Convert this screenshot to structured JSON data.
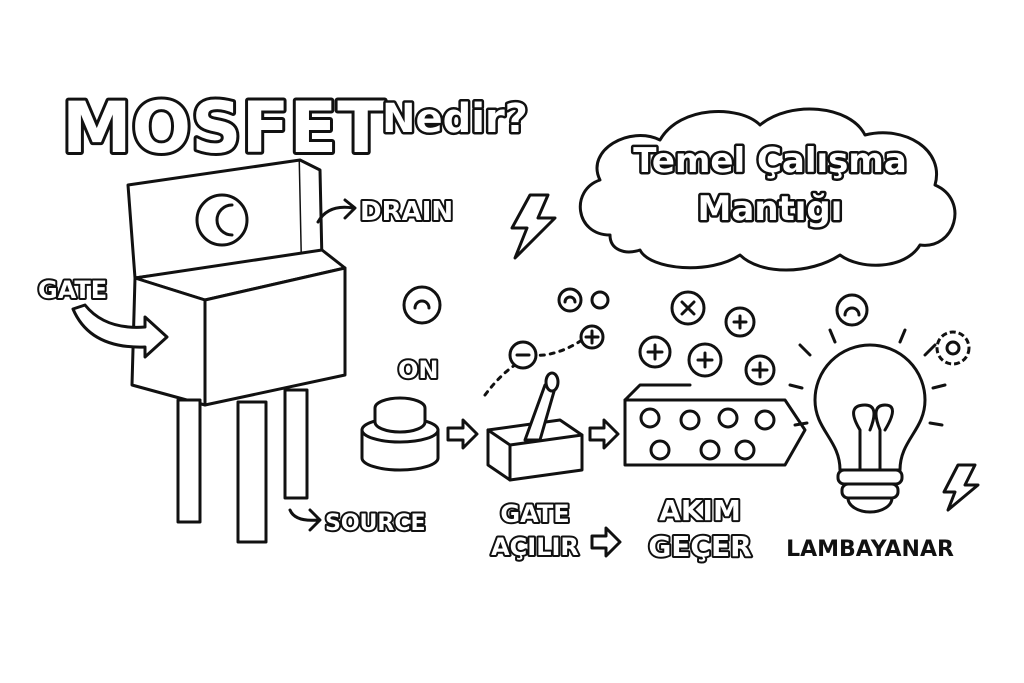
{
  "title": {
    "main": "MOSFET",
    "suffix": "Nedir?"
  },
  "cloud": {
    "line1": "Temel Çalışma",
    "line2": "Mantığı"
  },
  "labels": {
    "drain": "DRAIN",
    "gate": "GATE",
    "source": "SOURCE",
    "on": "ON",
    "step1_line1": "GATE",
    "step1_line2": "AÇILIR",
    "step2_line1": "AKIM",
    "step2_line2": "GEÇER",
    "step3": "LAMBAYANAR"
  },
  "colors": {
    "ink": "#111111",
    "paper": "#ffffff"
  }
}
